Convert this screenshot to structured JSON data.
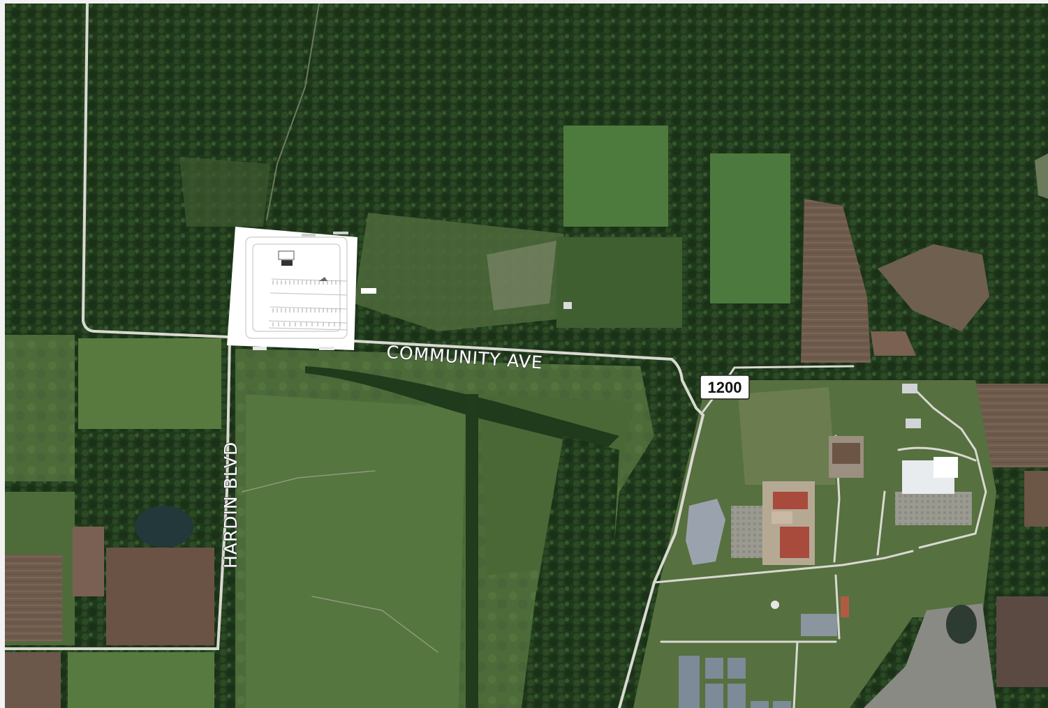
{
  "map": {
    "base_layer": "satellite-imagery",
    "roads": [
      {
        "id": "community-ave",
        "label": "COMMUNITY AVE"
      },
      {
        "id": "hardin-blvd",
        "label": "HARDIN BLVD"
      }
    ],
    "route_shield": {
      "number": "1200"
    },
    "site_plan_overlay": {
      "description_visible": false
    },
    "colors": {
      "forest": "#1f3a1b",
      "field": "#4f6e3a",
      "bare_soil": "#6e5a4a",
      "road": "#d9d9d2",
      "overlay": "#ffffff"
    }
  }
}
